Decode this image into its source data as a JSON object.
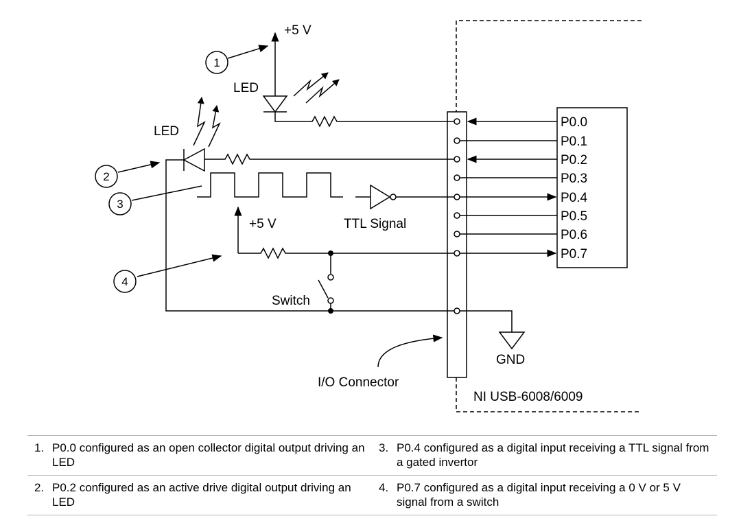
{
  "labels": {
    "vcc_top": "+5 V",
    "led_top": "LED",
    "led_left": "LED",
    "vcc_mid": "+5 V",
    "ttl_signal": "TTL Signal",
    "switch": "Switch",
    "gnd": "GND",
    "io_connector": "I/O Connector",
    "device": "NI USB-6008/6009"
  },
  "ports": [
    "P0.0",
    "P0.1",
    "P0.2",
    "P0.3",
    "P0.4",
    "P0.5",
    "P0.6",
    "P0.7"
  ],
  "callouts": [
    "1",
    "2",
    "3",
    "4"
  ],
  "legend": [
    {
      "num": "1.",
      "text": "P0.0 configured as an open collector digital output driving an LED"
    },
    {
      "num": "3.",
      "text": "P0.4 configured as a digital input receiving a TTL signal from a gated invertor"
    },
    {
      "num": "2.",
      "text": "P0.2 configured as an active drive digital output driving an LED"
    },
    {
      "num": "4.",
      "text": "P0.7 configured as a digital input receiving a 0 V or 5 V signal from a switch"
    }
  ]
}
